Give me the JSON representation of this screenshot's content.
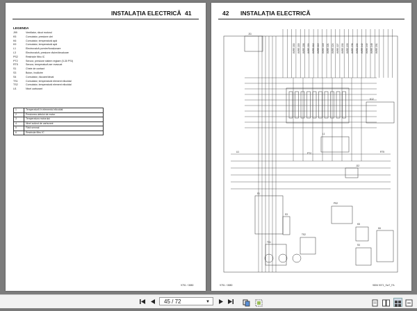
{
  "left_page": {
    "title": "INSTALAȚIA ELECTRICĂ",
    "number": "41",
    "legend_title": "LEGENDA",
    "legend": [
      {
        "code": "J99",
        "text": "Ventilator, răcut motorul"
      },
      {
        "code": "K5",
        "text": "Comutator, presiune ulei"
      },
      {
        "code": "K6",
        "text": "Comutator, temperatură apă"
      },
      {
        "code": "K9",
        "text": "Comutator, temperatură apă"
      },
      {
        "code": "L1",
        "text": "Electrovalvă pornire/funcționare"
      },
      {
        "code": "L3",
        "text": "Electrovalvă, presiune răcire/decalcare"
      },
      {
        "code": "PS2",
        "text": "Restricție filtru IC"
      },
      {
        "code": "PT2",
        "text": "Senzor, presiune sistem reglare (0-30 PSI)"
      },
      {
        "code": "RT5",
        "text": "Senzor, temperatură aer evacuat"
      },
      {
        "code": "S1",
        "text": "Cheie de contact"
      },
      {
        "code": "S3",
        "text": "Buton, încălzire"
      },
      {
        "code": "S4",
        "text": "Comutator, răcoare/decal"
      },
      {
        "code": "TS1",
        "text": "Comutator, temperatură element elicoidal"
      },
      {
        "code": "TS2",
        "text": "Comutator, temperatură element elicoidal"
      },
      {
        "code": "U1",
        "text": "Nivel carburant"
      }
    ],
    "notes": [
      {
        "n": "1",
        "text": "Temperatură în elementul elicoidal"
      },
      {
        "n": "2",
        "text": "Presiunea uleiului de motor"
      },
      {
        "n": "3",
        "text": "Temperatura motorului"
      },
      {
        "n": "4",
        "text": "Nivel scăzut de carburant"
      },
      {
        "n": "5",
        "text": "Fără semnal"
      },
      {
        "n": "6",
        "text": "Restricție filtru IC"
      }
    ],
    "footer": "9751 / 0880"
  },
  "right_page": {
    "title": "INSTALAȚIA ELECTRICĂ",
    "number": "42",
    "footer_left": "9751 / 0880",
    "footer_right": "9806 9071_Sw7_FA",
    "labels": [
      "K12",
      "J11",
      "J12",
      "L1",
      "PS2",
      "TS2",
      "TS1",
      "K5",
      "K6",
      "S1",
      "S3",
      "S4",
      "U1",
      "RT5",
      "PT2"
    ]
  },
  "toolbar": {
    "page_display": "45 / 72",
    "icons": [
      "first-page-icon",
      "prev-page-icon",
      "next-page-icon",
      "last-page-icon",
      "copy-icon",
      "select-icon",
      "single-page-icon",
      "dual-page-icon",
      "thumbnails-icon",
      "fit-width-icon"
    ]
  }
}
